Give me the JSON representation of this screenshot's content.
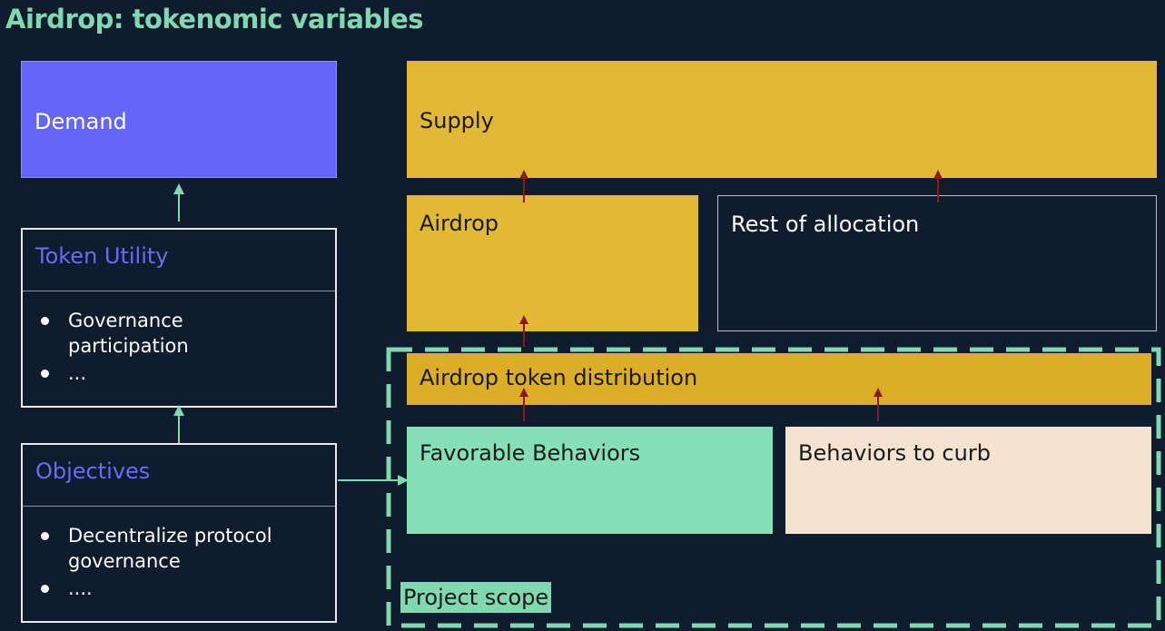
{
  "title": "Airdrop: tokenomic variables",
  "demand": "Demand",
  "token_utility": {
    "heading": "Token Utility",
    "bullets": [
      "Governance participation",
      "..."
    ]
  },
  "objectives": {
    "heading": "Objectives",
    "bullets": [
      "Decentralize protocol governance",
      "...."
    ]
  },
  "supply": "Supply",
  "airdrop": "Airdrop",
  "rest_of_allocation": "Rest of allocation",
  "airdrop_token_distribution": "Airdrop token distribution",
  "favorable_behaviors": "Favorable Behaviors",
  "behaviors_to_curb": "Behaviors to curb",
  "project_scope": "Project scope",
  "colors": {
    "background": "#0f1c2e",
    "title": "#7fd8ae",
    "demand": "#6366f8",
    "supply": "#e2b934",
    "distribution": "#dcae25",
    "favorable": "#86e0b6",
    "curb": "#f4e4cf",
    "scope_border": "#7fd8ae",
    "up_arrow_green": "#7fd8ae",
    "up_arrow_red": "#8b1a1a"
  }
}
